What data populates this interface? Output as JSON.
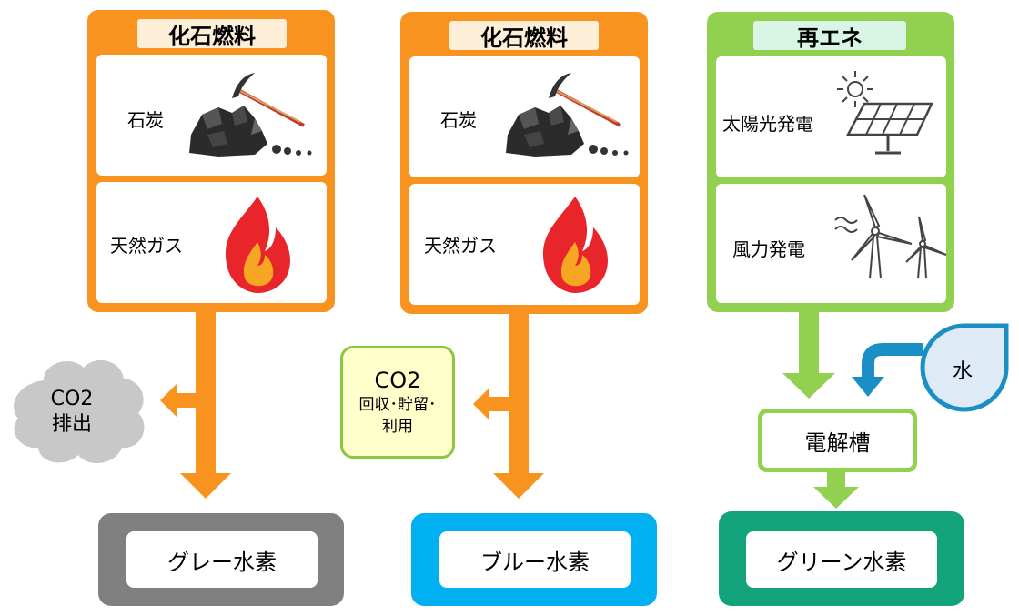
{
  "columns": [
    {
      "header": "化石燃料",
      "sources": [
        "石炭",
        "天然ガス"
      ],
      "byproduct": "CO2\n排出",
      "byproduct_line1": "CO2",
      "byproduct_line2": "排出",
      "result": "グレー水素"
    },
    {
      "header": "化石燃料",
      "sources": [
        "石炭",
        "天然ガス"
      ],
      "byproduct_line1": "CO2",
      "byproduct_line2": "回収･貯留･",
      "byproduct_line3": "利用",
      "result": "ブルー水素"
    },
    {
      "header": "再エネ",
      "sources": [
        "太陽光発電",
        "風力発電"
      ],
      "input": "水",
      "process": "電解槽",
      "result": "グリーン水素"
    }
  ],
  "colors": {
    "fossil": "#f7931e",
    "renewable": "#92d050",
    "gray_hydrogen": "#808080",
    "blue_hydrogen": "#00b0f0",
    "green_hydrogen": "#13a37a",
    "water": "#1a8fc5",
    "capture_box": "#ffffcc"
  },
  "icons": [
    "coal-pickaxe-icon",
    "flame-icon",
    "sun-icon",
    "solar-panel-icon",
    "wind-turbine-icon",
    "cloud-icon",
    "water-drop-icon"
  ]
}
